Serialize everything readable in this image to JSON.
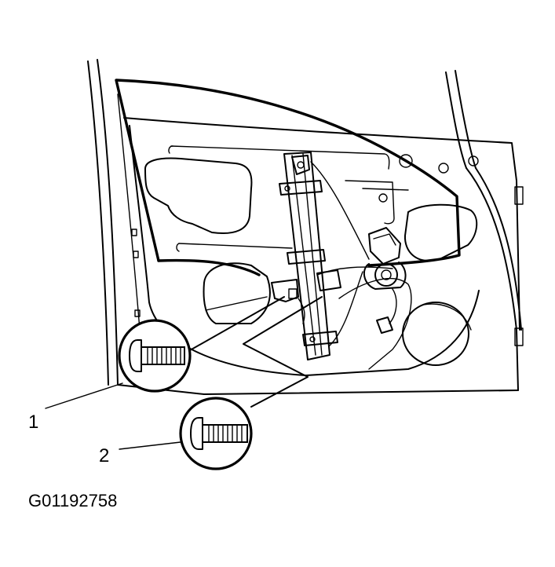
{
  "callouts": [
    {
      "number": "1"
    },
    {
      "number": "2"
    }
  ],
  "figure_code": "G01192758"
}
